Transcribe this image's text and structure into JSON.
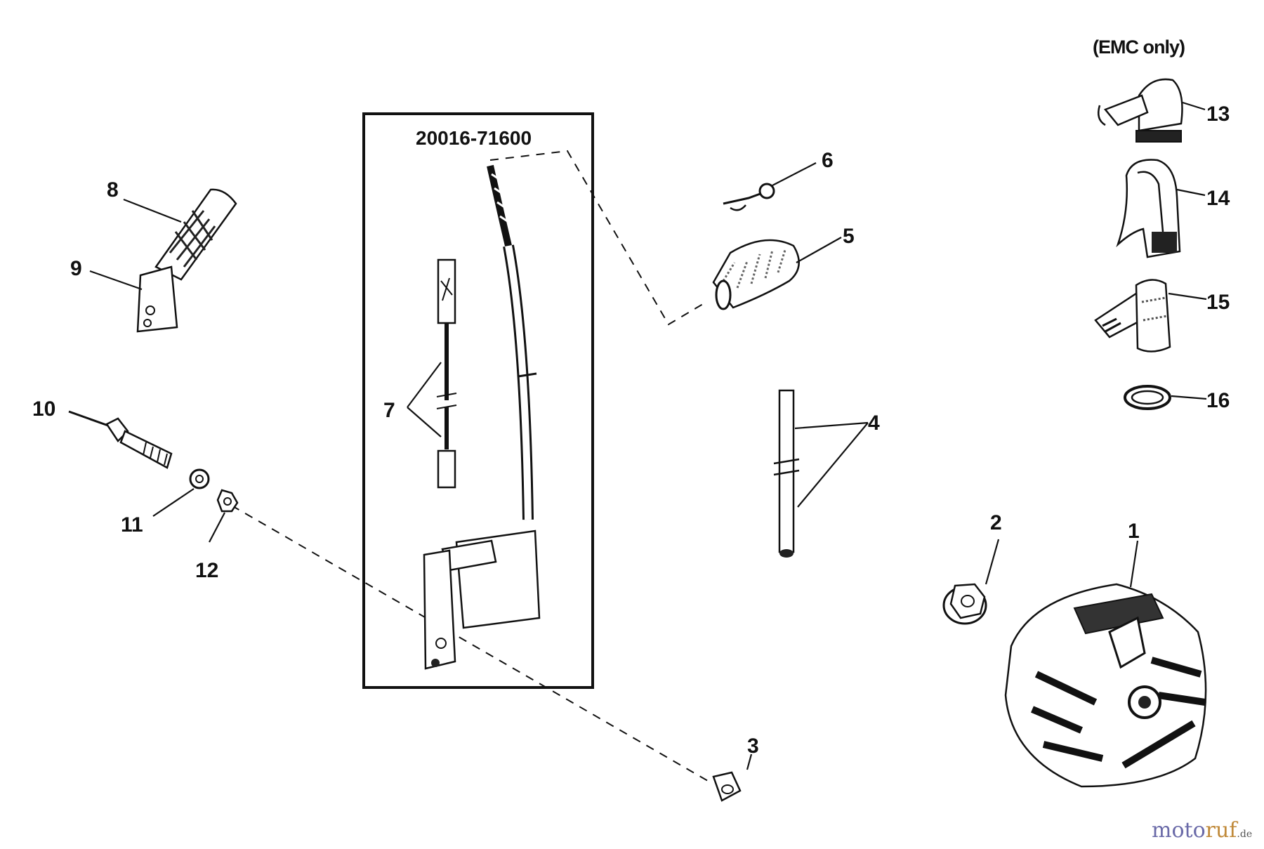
{
  "kit": {
    "part_number": "20016-71600"
  },
  "note": "(EMC only)",
  "callouts": {
    "c1": "1",
    "c2": "2",
    "c3": "3",
    "c4": "4",
    "c5": "5",
    "c6": "6",
    "c7": "7",
    "c8": "8",
    "c9": "9",
    "c10": "10",
    "c11": "11",
    "c12": "12",
    "c13": "13",
    "c14": "14",
    "c15": "15",
    "c16": "16"
  },
  "watermark": {
    "part1": "moto",
    "part2": "ruf",
    "suffix": ".de"
  }
}
